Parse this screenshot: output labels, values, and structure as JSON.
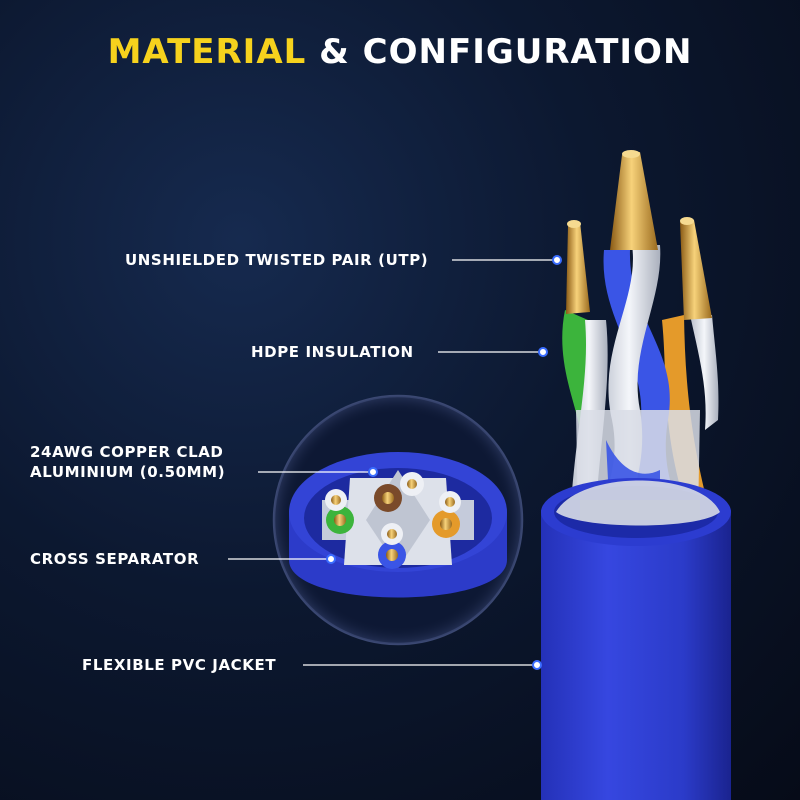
{
  "title": {
    "accent": "MATERIAL",
    "rest": "& CONFIGURATION"
  },
  "labels": {
    "utp": "UNSHIELDED TWISTED PAIR (UTP)",
    "hdpe": "HDPE INSULATION",
    "copper_line1": "24AWG COPPER CLAD",
    "copper_line2": "ALUMINIUM (0.50MM)",
    "separator": "CROSS SEPARATOR",
    "jacket": "FLEXIBLE PVC JACKET"
  },
  "colors": {
    "accent": "#f6d21d",
    "jacket_blue": "#2f3fd4",
    "gold": "#d8a63a",
    "wire_green": "#3cb43c",
    "wire_orange": "#e49a2a",
    "wire_brown": "#7a4a2a"
  }
}
